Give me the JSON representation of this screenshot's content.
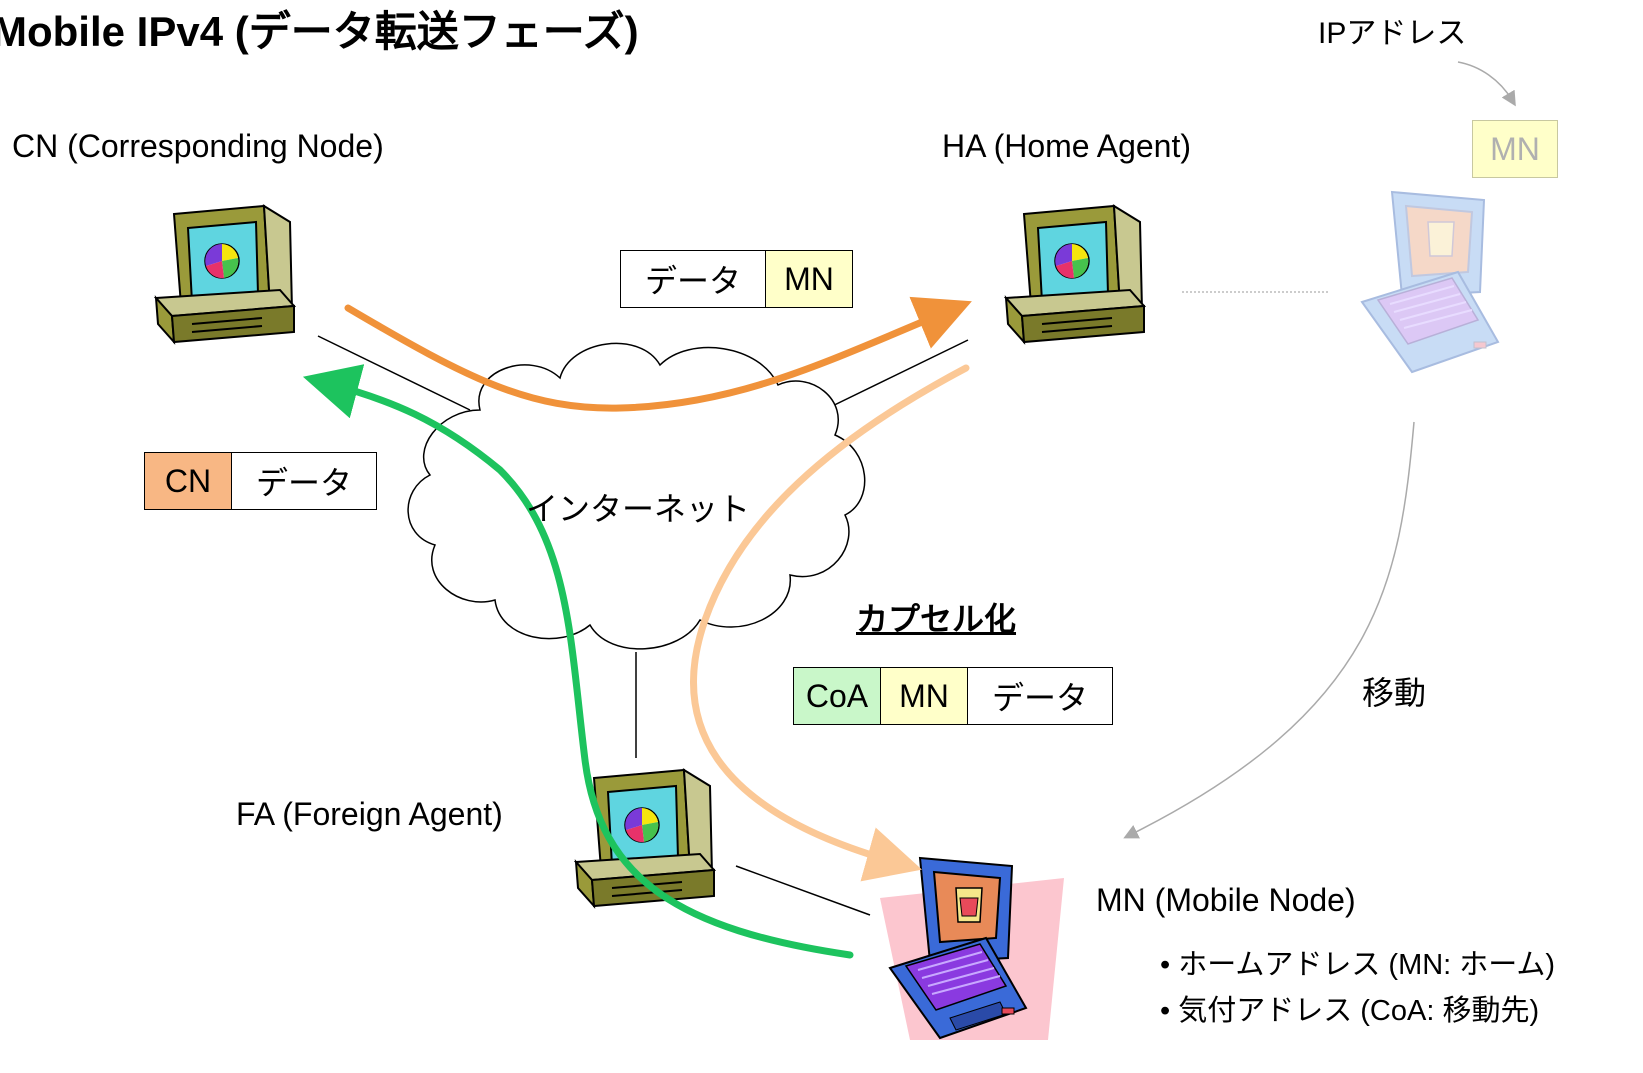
{
  "title": "Mobile IPv4 (データ転送フェーズ)",
  "labels": {
    "cn": "CN (Corresponding Node)",
    "ha": "HA (Home Agent)",
    "fa": "FA (Foreign Agent)",
    "mn": "MN (Mobile Node)",
    "internet": "インターネット",
    "encap": "カプセル化",
    "move": "移動",
    "ip_address": "IPアドレス",
    "mn_box": "MN"
  },
  "packets": {
    "to_ha": [
      "データ",
      "MN"
    ],
    "from_mn": [
      "CN",
      "データ"
    ],
    "encapsulated": [
      "CoA",
      "MN",
      "データ"
    ]
  },
  "mn_addresses": [
    "ホームアドレス (MN: ホーム)",
    "気付アドレス (CoA: 移動先)"
  ],
  "colors": {
    "cn_to_ha_arrow": "#f0923a",
    "ha_to_mn_arrow": "#fbc896",
    "mn_to_cn_arrow": "#1dc35e",
    "mn_cell": "#ffffc9",
    "cn_cell": "#f8b784",
    "coa_cell": "#c9f7c9"
  }
}
